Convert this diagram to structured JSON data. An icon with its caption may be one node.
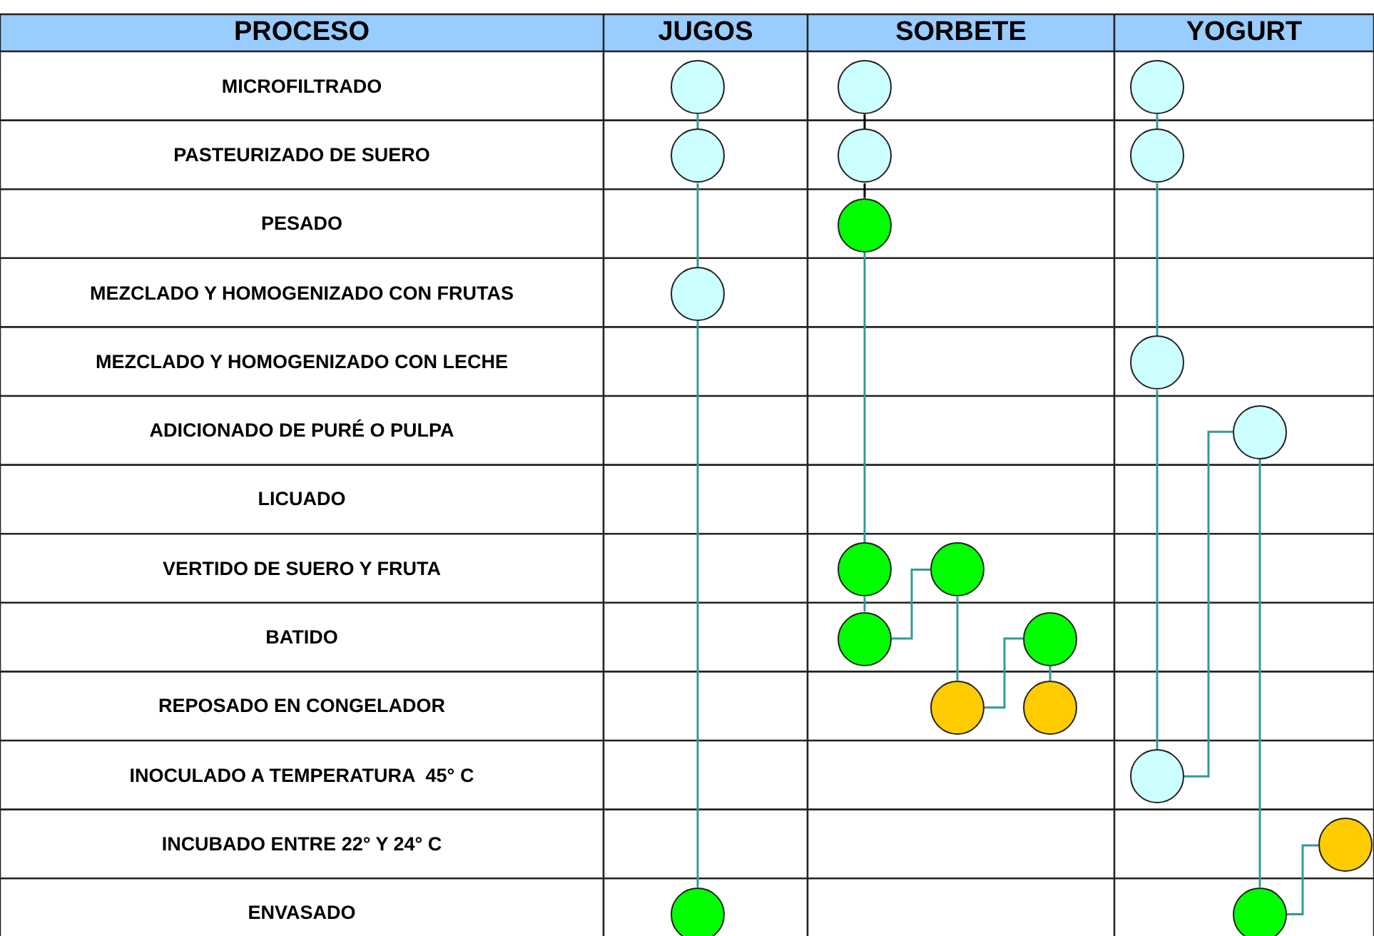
{
  "diagram": {
    "nodes": [
      {
        "text": [],
        "shape": "circle"
      },
      {
        "text": [],
        "shape": "circle"
      },
      {
        "text": [],
        "shape": "circle"
      },
      {
        "text": [],
        "shape": "circle"
      },
      {
        "text": [],
        "shape": "circle"
      },
      {
        "text": [],
        "shape": "circle"
      },
      {
        "text": [],
        "shape": "circle"
      },
      {
        "text": [],
        "shape": "circle"
      },
      {
        "text": [],
        "shape": "circle"
      },
      {
        "text": [],
        "shape": "circle"
      },
      {
        "text": [],
        "shape": "circle"
      },
      {
        "text": [],
        "shape": "circle"
      },
      {
        "text": [],
        "shape": "circle"
      },
      {
        "text": [],
        "shape": "circle"
      },
      {
        "text": [],
        "shape": "circle"
      },
      {
        "text": [],
        "shape": "circle"
      },
      {
        "text": [],
        "shape": "circle"
      },
      {
        "text": [],
        "shape": "circle"
      },
      {
        "text": [],
        "shape": "circle"
      },
      {
        "text": [],
        "shape": "circle"
      }
    ],
    "edges": [
      {
        "from": 0,
        "to": 3,
        "arrow": "none"
      },
      {
        "from": 3,
        "to": 7,
        "arrow": "none"
      },
      {
        "from": 7,
        "to": 18,
        "arrow": "none"
      },
      {
        "from": 1,
        "to": 4,
        "arrow": "none",
        "color": "#000000"
      },
      {
        "from": 4,
        "to": 6,
        "arrow": "none",
        "color": "#000000"
      },
      {
        "from": 6,
        "to": 10,
        "arrow": "none"
      },
      {
        "from": 10,
        "to": 12,
        "arrow": "none"
      },
      {
        "from": 12,
        "to": 11,
        "arrow": "none"
      },
      {
        "from": 11,
        "to": 14,
        "arrow": "none"
      },
      {
        "from": 14,
        "to": 13,
        "arrow": "none"
      },
      {
        "from": 13,
        "to": 15,
        "arrow": "none"
      },
      {
        "from": 2,
        "to": 5,
        "arrow": "none"
      },
      {
        "from": 5,
        "to": 8,
        "arrow": "none"
      },
      {
        "from": 8,
        "to": 16,
        "arrow": "none"
      },
      {
        "from": 16,
        "to": 9,
        "arrow": "none"
      },
      {
        "from": 9,
        "to": 19,
        "arrow": "none"
      },
      {
        "from": 19,
        "to": 17,
        "arrow": "none"
      }
    ],
    "labels": [
      "PROCESO",
      "JUGOS",
      "SORBETE",
      "YOGURT",
      "MICROFILTRADO",
      "PASTEURIZADO DE SUERO",
      "PESADO",
      "MEZCLADO Y HOMOGENIZADO CON FRUTAS",
      "MEZCLADO Y HOMOGENIZADO CON LECHE",
      "ADICIONADO DE PURÉ O PULPA",
      "LICUADO",
      "VERTIDO DE SUERO Y FRUTA",
      "BATIDO",
      "REPOSADO EN CONGELADOR",
      "INOCULADO A TEMPERATURA  45° C",
      "INCUBADO ENTRE 22° Y 24° C",
      "ENVASADO"
    ]
  }
}
